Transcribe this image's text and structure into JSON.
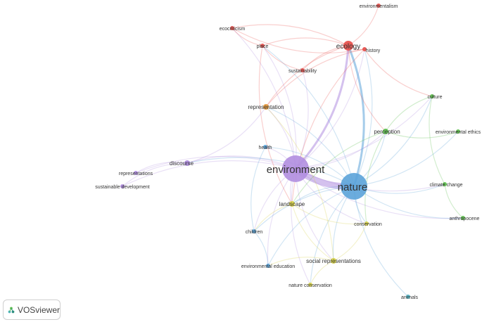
{
  "app": {
    "brand": "VOSviewer"
  },
  "legend_colors": {
    "red": "#e8534f",
    "purple": "#b18ee0",
    "blue": "#5ba3d9",
    "green": "#5fbf4f",
    "yellow": "#d6d24a",
    "orange": "#e69a3c",
    "teal": "#4fb3c4"
  },
  "network": {
    "nodes": [
      {
        "id": "environment",
        "label": "environment",
        "cluster": "purple",
        "weight": 5
      },
      {
        "id": "nature",
        "label": "nature",
        "cluster": "blue",
        "weight": 5
      },
      {
        "id": "ecology",
        "label": "ecology",
        "cluster": "red",
        "weight": 3
      },
      {
        "id": "environmentalism",
        "label": "environmentalism",
        "cluster": "red",
        "weight": 1
      },
      {
        "id": "ecocriticism",
        "label": "ecocriticism",
        "cluster": "red",
        "weight": 1
      },
      {
        "id": "place",
        "label": "place",
        "cluster": "red",
        "weight": 1
      },
      {
        "id": "history",
        "label": "history",
        "cluster": "red",
        "weight": 1
      },
      {
        "id": "sustainability",
        "label": "sustainability",
        "cluster": "red",
        "weight": 1
      },
      {
        "id": "representation",
        "label": "representation",
        "cluster": "orange",
        "weight": 2
      },
      {
        "id": "culture",
        "label": "culture",
        "cluster": "green",
        "weight": 1
      },
      {
        "id": "perception",
        "label": "perception",
        "cluster": "green",
        "weight": 2
      },
      {
        "id": "environmental-ethics",
        "label": "environmental ethics",
        "cluster": "green",
        "weight": 1
      },
      {
        "id": "climate-change",
        "label": "climate change",
        "cluster": "green",
        "weight": 1
      },
      {
        "id": "anthropocene",
        "label": "anthropocene",
        "cluster": "green",
        "weight": 1
      },
      {
        "id": "health",
        "label": "health",
        "cluster": "blue",
        "weight": 1
      },
      {
        "id": "discourse",
        "label": "discourse",
        "cluster": "purple",
        "weight": 2
      },
      {
        "id": "representations",
        "label": "representations",
        "cluster": "purple",
        "weight": 1
      },
      {
        "id": "sustainable-development",
        "label": "sustainable development",
        "cluster": "purple",
        "weight": 1
      },
      {
        "id": "landscape",
        "label": "landscape",
        "cluster": "yellow",
        "weight": 2
      },
      {
        "id": "conservation",
        "label": "conservation",
        "cluster": "yellow",
        "weight": 1
      },
      {
        "id": "children",
        "label": "children",
        "cluster": "blue",
        "weight": 1
      },
      {
        "id": "social-representations",
        "label": "social representations",
        "cluster": "yellow",
        "weight": 2
      },
      {
        "id": "environmental-education",
        "label": "environmental education",
        "cluster": "blue",
        "weight": 1
      },
      {
        "id": "nature-conservation",
        "label": "nature conservation",
        "cluster": "yellow",
        "weight": 1
      },
      {
        "id": "animals",
        "label": "animals",
        "cluster": "teal",
        "weight": 1
      }
    ],
    "links": [
      [
        "environment",
        "nature"
      ],
      [
        "environment",
        "ecology"
      ],
      [
        "environment",
        "place"
      ],
      [
        "environment",
        "history"
      ],
      [
        "environment",
        "sustainability"
      ],
      [
        "environment",
        "representation"
      ],
      [
        "environment",
        "perception"
      ],
      [
        "environment",
        "climate-change"
      ],
      [
        "environment",
        "anthropocene"
      ],
      [
        "environment",
        "health"
      ],
      [
        "environment",
        "discourse"
      ],
      [
        "environment",
        "representations"
      ],
      [
        "environment",
        "sustainable-development"
      ],
      [
        "environment",
        "landscape"
      ],
      [
        "environment",
        "conservation"
      ],
      [
        "environment",
        "children"
      ],
      [
        "environment",
        "social-representations"
      ],
      [
        "environment",
        "environmental-education"
      ],
      [
        "environment",
        "nature-conservation"
      ],
      [
        "environment",
        "ecocriticism"
      ],
      [
        "environment",
        "culture"
      ],
      [
        "nature",
        "ecology"
      ],
      [
        "nature",
        "history"
      ],
      [
        "nature",
        "place"
      ],
      [
        "nature",
        "perception"
      ],
      [
        "nature",
        "climate-change"
      ],
      [
        "nature",
        "anthropocene"
      ],
      [
        "nature",
        "culture"
      ],
      [
        "nature",
        "environmental-ethics"
      ],
      [
        "nature",
        "landscape"
      ],
      [
        "nature",
        "conservation"
      ],
      [
        "nature",
        "children"
      ],
      [
        "nature",
        "social-representations"
      ],
      [
        "nature",
        "environmental-education"
      ],
      [
        "nature",
        "animals"
      ],
      [
        "nature",
        "representation"
      ],
      [
        "nature",
        "health"
      ],
      [
        "nature",
        "discourse"
      ],
      [
        "nature",
        "nature-conservation"
      ],
      [
        "ecology",
        "environmentalism"
      ],
      [
        "ecology",
        "ecocriticism"
      ],
      [
        "ecology",
        "place"
      ],
      [
        "ecology",
        "history"
      ],
      [
        "ecology",
        "sustainability"
      ],
      [
        "ecology",
        "representation"
      ],
      [
        "ecology",
        "perception"
      ],
      [
        "ecocriticism",
        "place"
      ],
      [
        "ecocriticism",
        "history"
      ],
      [
        "place",
        "sustainability"
      ],
      [
        "place",
        "landscape"
      ],
      [
        "history",
        "culture"
      ],
      [
        "history",
        "representation"
      ],
      [
        "history",
        "landscape"
      ],
      [
        "culture",
        "perception"
      ],
      [
        "culture",
        "climate-change"
      ],
      [
        "perception",
        "environmental-ethics"
      ],
      [
        "perception",
        "landscape"
      ],
      [
        "perception",
        "conservation"
      ],
      [
        "climate-change",
        "anthropocene"
      ],
      [
        "discourse",
        "representations"
      ],
      [
        "discourse",
        "sustainable-development"
      ],
      [
        "discourse",
        "representation"
      ],
      [
        "landscape",
        "social-representations"
      ],
      [
        "landscape",
        "conservation"
      ],
      [
        "landscape",
        "children"
      ],
      [
        "social-representations",
        "environmental-education"
      ],
      [
        "social-representations",
        "nature-conservation"
      ],
      [
        "social-representations",
        "conservation"
      ],
      [
        "social-representations",
        "representation"
      ],
      [
        "environmental-education",
        "children"
      ],
      [
        "health",
        "children"
      ]
    ]
  }
}
